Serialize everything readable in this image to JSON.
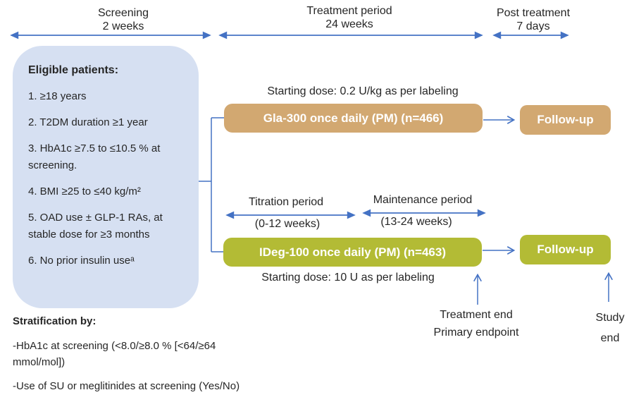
{
  "timeline": {
    "screening": {
      "label": "Screening",
      "duration": "2 weeks"
    },
    "treatment": {
      "label": "Treatment period",
      "duration": "24 weeks"
    },
    "post_treatment": {
      "label": "Post treatment",
      "duration": "7 days"
    }
  },
  "eligibility": {
    "title": "Eligible patients:",
    "items": [
      "1. ≥18 years",
      "2. T2DM duration ≥1 year",
      "3. HbA1c ≥7.5 to ≤10.5 % at screening.",
      "4. BMI ≥25 to ≤40 kg/m²",
      "5. OAD use ± GLP-1 RAs, at stable dose for ≥3 months",
      "6. No prior insulin useᵃ"
    ]
  },
  "arms": {
    "gla300": {
      "dose_note": "Starting dose: 0.2 U/kg as per labeling",
      "label": "Gla-300 once daily (PM) (n=466)",
      "followup_label": "Follow-up",
      "color": "#d2a871"
    },
    "ideg100": {
      "label": "IDeg-100 once daily (PM) (n=463)",
      "dose_note": "Starting dose: 10 U as per labeling",
      "followup_label": "Follow-up",
      "color": "#b3bb35"
    }
  },
  "sub_periods": {
    "titration": {
      "label": "Titration period",
      "range": "(0-12 weeks)"
    },
    "maintenance": {
      "label": "Maintenance period",
      "range": "(13-24 weeks)"
    }
  },
  "annotations": {
    "treatment_end_line1": "Treatment end",
    "treatment_end_line2": "Primary endpoint",
    "study_end_line1": "Study",
    "study_end_line2": "end"
  },
  "stratification": {
    "title": "Stratification by:",
    "items": [
      "-HbA1c at screening (<8.0/≥8.0 % [<64/≥64 mmol/mol])",
      "-Use of SU or meglitinides at screening (Yes/No)"
    ]
  },
  "colors": {
    "arrow_blue": "#4472c4",
    "panel_blue": "#d6e0f2",
    "gla300_tan": "#d2a871",
    "ideg100_green": "#b3bb35",
    "text": "#262626",
    "box_text": "#ffffff"
  }
}
